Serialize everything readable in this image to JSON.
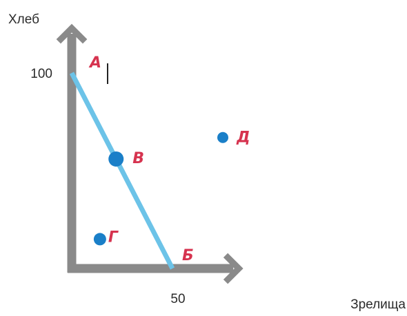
{
  "chart_data": {
    "type": "line",
    "xlabel": "Зрелища",
    "ylabel": "Хлеб",
    "x_ticks": [
      50
    ],
    "y_ticks": [
      100
    ],
    "xlim": [
      0,
      85
    ],
    "ylim": [
      0,
      125
    ],
    "series": [
      {
        "x": [
          0,
          50
        ],
        "y": [
          100,
          0
        ]
      }
    ],
    "points": [
      {
        "label": "А",
        "x": 0,
        "y": 100
      },
      {
        "label": "В",
        "x": 22,
        "y": 56
      },
      {
        "label": "Д",
        "x": 75,
        "y": 67
      },
      {
        "label": "Г",
        "x": 14,
        "y": 15
      },
      {
        "label": "Б",
        "x": 50,
        "y": 0
      }
    ],
    "grid": false,
    "legend": "none",
    "colors": {
      "axis": "#8a8a8a",
      "line": "#6cc3e8",
      "point": "#1a7fc8",
      "label": "#d6334f"
    }
  }
}
